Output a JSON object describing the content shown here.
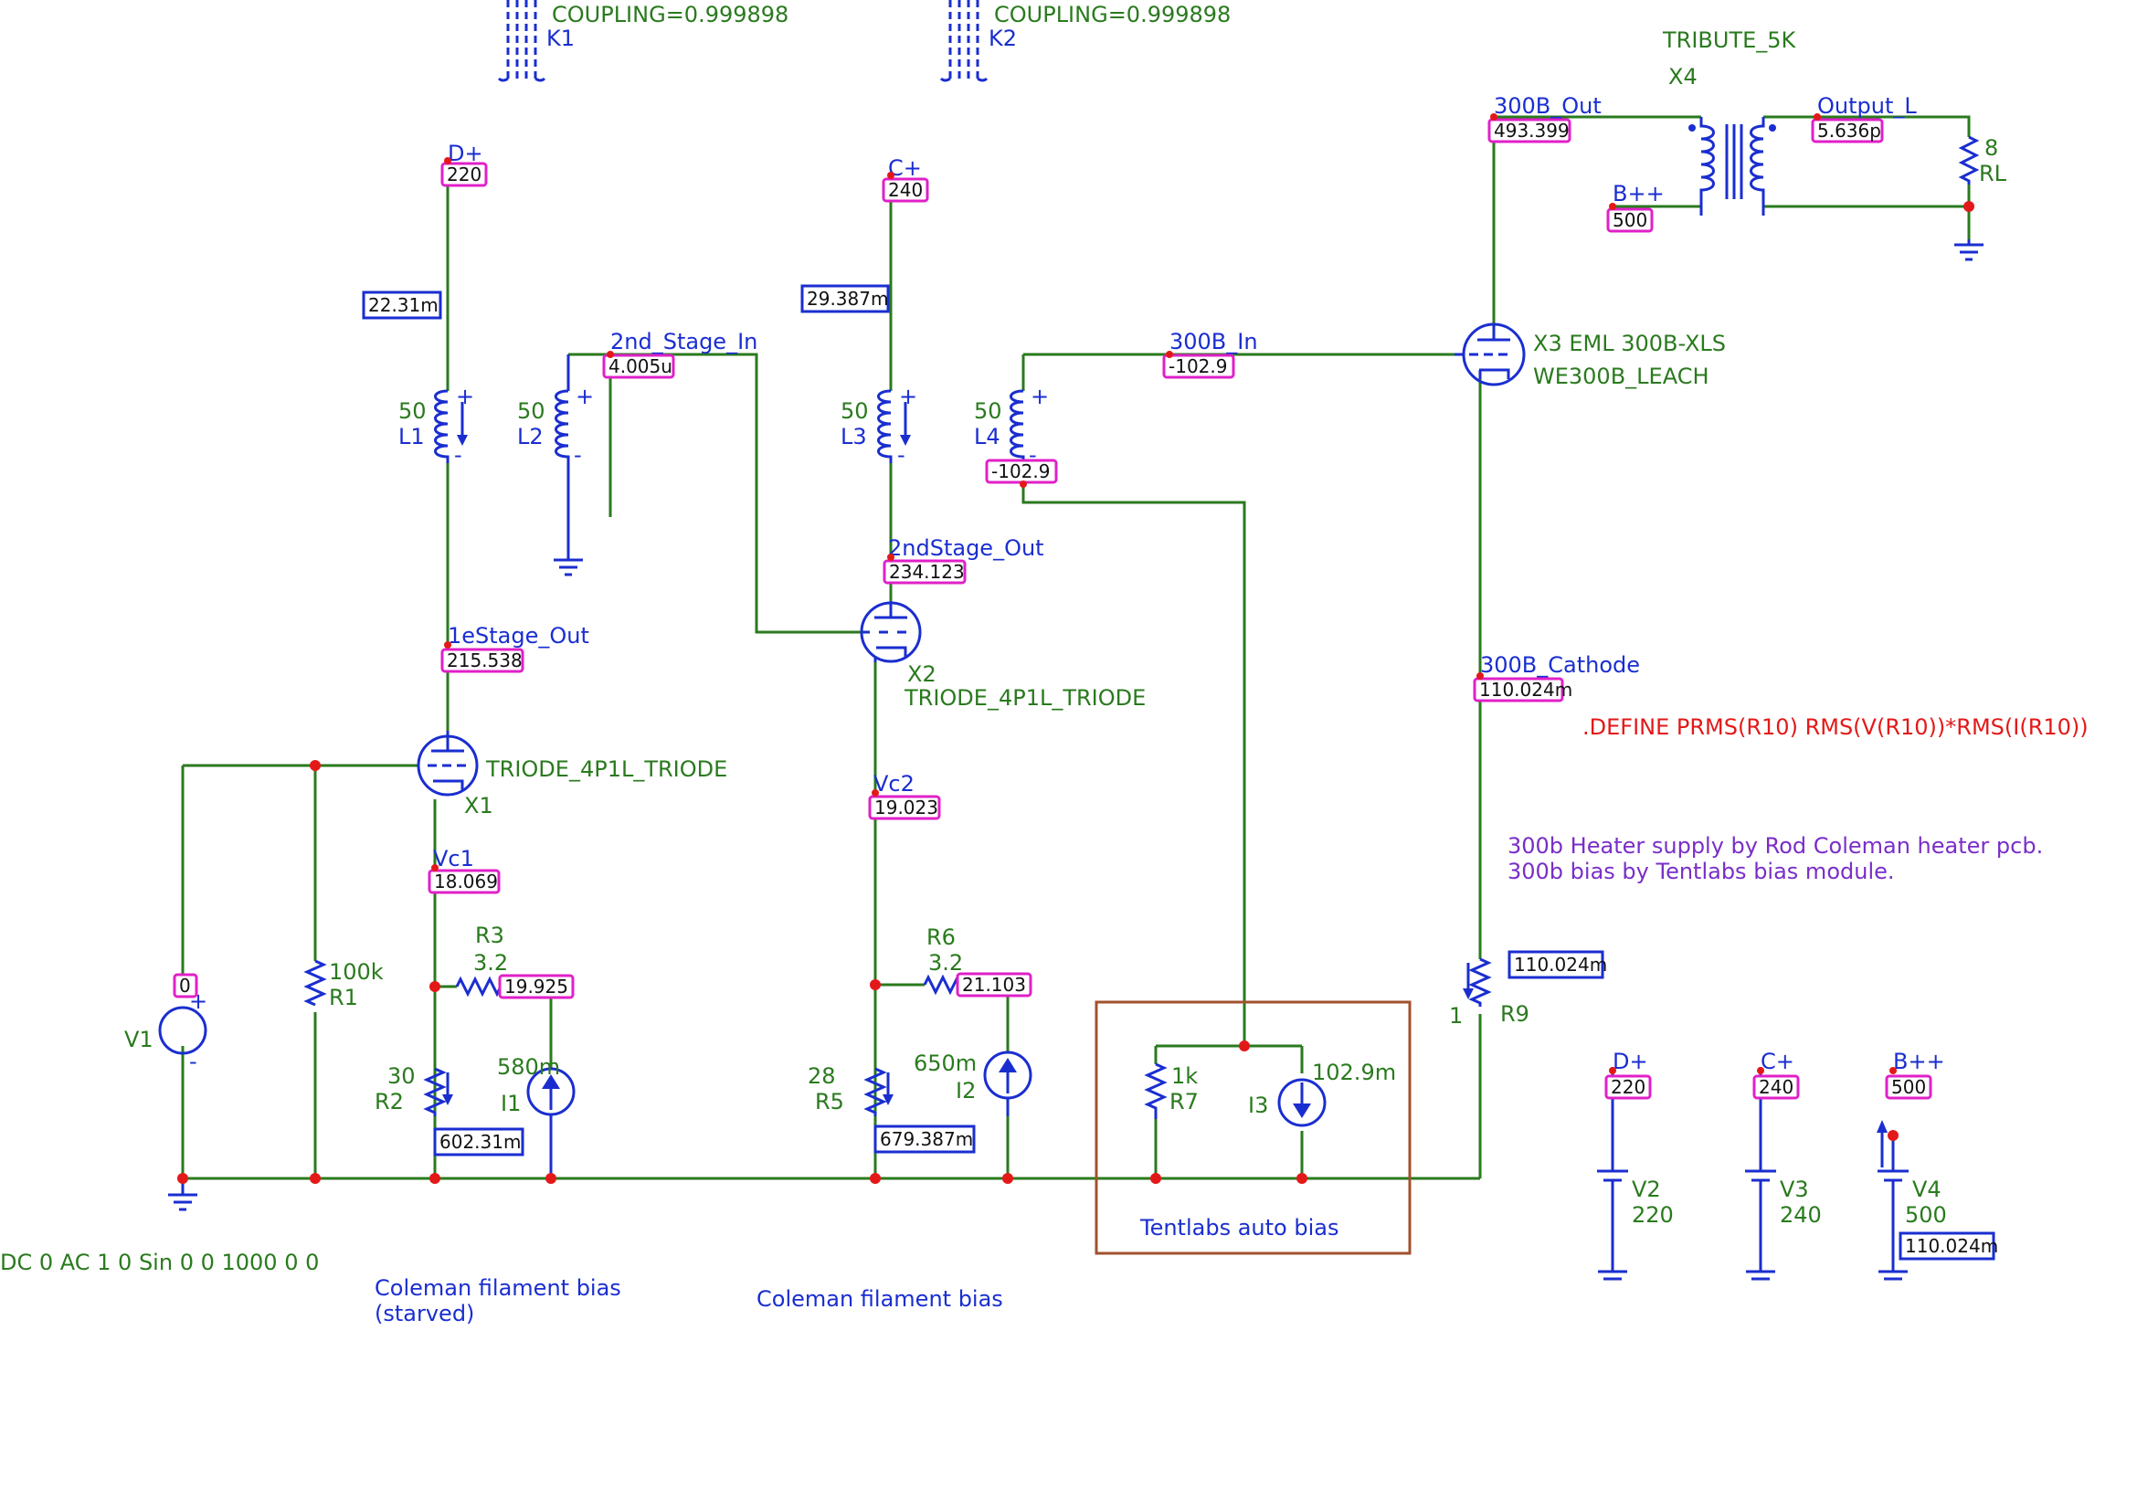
{
  "colors": {
    "wire": "#2a7a1e",
    "component": "#1a2ed0",
    "junction": "#e31919",
    "note_purple": "#7a2ec8",
    "probe_box": "#e020c8",
    "bias_box": "#a0522d"
  },
  "couplings": [
    {
      "name": "K1",
      "value": "COUPLING=0.999898"
    },
    {
      "name": "K2",
      "value": "COUPLING=0.999898"
    }
  ],
  "transformer": {
    "part": "TRIBUTE_5K",
    "ref": "X4"
  },
  "nets": {
    "d_plus": "D+",
    "c_plus": "C+",
    "b_plus_plus": "B++",
    "stage2_in": "2nd_Stage_In",
    "stage1_out": "1eStage_Out",
    "stage2_out": "2ndStage_Out",
    "vc1": "Vc1",
    "vc2": "Vc2",
    "n300b_in": "300B_In",
    "n300b_out": "300B_Out",
    "output_l": "Output_L",
    "n300b_cathode": "300B_Cathode"
  },
  "probes": {
    "d_plus": "220",
    "c_plus": "240",
    "stage2_in": "4.005u",
    "n300b_in": "-102.9",
    "l4_bottom": "-102.9",
    "n300b_out": "493.399",
    "b_plus_plus": "500",
    "output_l": "5.636p",
    "stage2_out": "234.123",
    "stage1_out": "215.538",
    "n300b_cathode": "110.024m",
    "vc1": "18.069",
    "vc2": "19.023",
    "v1": "0",
    "r3": "19.925",
    "r6": "21.103",
    "v2": "220",
    "v3": "240",
    "v4": "500"
  },
  "currents": {
    "l1": "22.31m",
    "l3": "29.387m",
    "r2": "602.31m",
    "r5": "679.387m",
    "r9": "110.024m",
    "v4": "110.024m"
  },
  "components": {
    "l1": {
      "ref": "L1",
      "value": "50"
    },
    "l2": {
      "ref": "L2",
      "value": "50"
    },
    "l3": {
      "ref": "L3",
      "value": "50"
    },
    "l4": {
      "ref": "L4",
      "value": "50"
    },
    "x1": {
      "ref": "X1",
      "part": "TRIODE_4P1L_TRIODE"
    },
    "x2": {
      "ref": "X2",
      "part": "TRIODE_4P1L_TRIODE"
    },
    "x3": {
      "ref": "X3  EML 300B-XLS",
      "part": "WE300B_LEACH"
    },
    "r1": {
      "ref": "R1",
      "value": "100k"
    },
    "r2": {
      "ref": "R2",
      "value": "30"
    },
    "r3": {
      "ref": "R3",
      "value": "3.2"
    },
    "r5": {
      "ref": "R5",
      "value": "28"
    },
    "r6": {
      "ref": "R6",
      "value": "3.2"
    },
    "r7": {
      "ref": "R7",
      "value": "1k"
    },
    "r9": {
      "ref": "R9",
      "value": "1"
    },
    "rl": {
      "ref": "RL",
      "value": "8"
    },
    "i1": {
      "ref": "I1",
      "value": "580m"
    },
    "i2": {
      "ref": "I2",
      "value": "650m"
    },
    "i3": {
      "ref": "I3",
      "value": "102.9m"
    },
    "v1": {
      "ref": "V1",
      "source": "DC 0 AC 1 0 Sin 0 0 1000 0 0"
    },
    "v2": {
      "ref": "V2",
      "value": "220"
    },
    "v3": {
      "ref": "V3",
      "value": "240"
    },
    "v4": {
      "ref": "V4",
      "value": "500"
    }
  },
  "pin_marks": {
    "plus": "+",
    "minus": "-"
  },
  "notes": {
    "define": ".DEFINE PRMS(R10) RMS(V(R10))*RMS(I(R10))",
    "heater_line1": "300b Heater supply by Rod Coleman heater pcb.",
    "heater_line2": "300b bias by Tentlabs bias module.",
    "bias_box": "Tentlabs auto bias",
    "filament1_line1": "Coleman filament bias",
    "filament1_line2": "(starved)",
    "filament2": "Coleman filament bias"
  }
}
